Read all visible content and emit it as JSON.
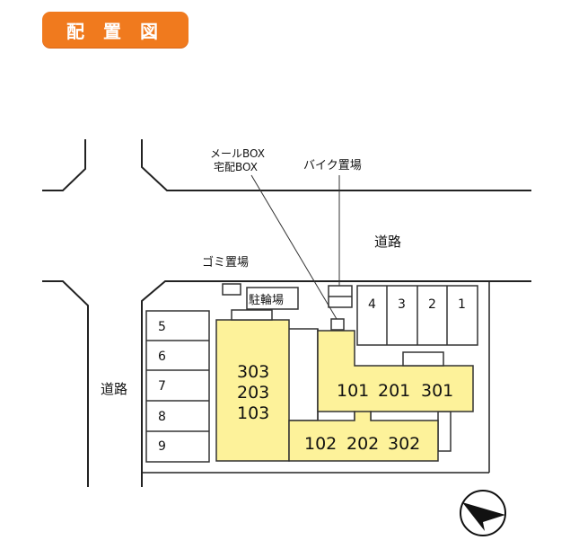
{
  "title": "配 置 図",
  "labels": {
    "mailbox_line1": "メールBOX",
    "mailbox_line2": "宅配BOX",
    "bike_parking": "バイク置場",
    "garbage": "ゴミ置場",
    "bicycle_parking": "駐輪場",
    "road_top": "道路",
    "road_left": "道路"
  },
  "parking_right": [
    "4",
    "3",
    "2",
    "1"
  ],
  "parking_left": [
    "5",
    "6",
    "7",
    "8",
    "9"
  ],
  "building_a_units": [
    "303",
    "203",
    "103"
  ],
  "building_b_upper_units": [
    "101",
    "201",
    "301"
  ],
  "building_b_lower_units": [
    "102",
    "202",
    "302"
  ],
  "colors": {
    "badge": "#f07a1e",
    "building": "#fdf29a",
    "line": "#222222"
  },
  "icons": [
    "compass-north-arrow-icon"
  ]
}
